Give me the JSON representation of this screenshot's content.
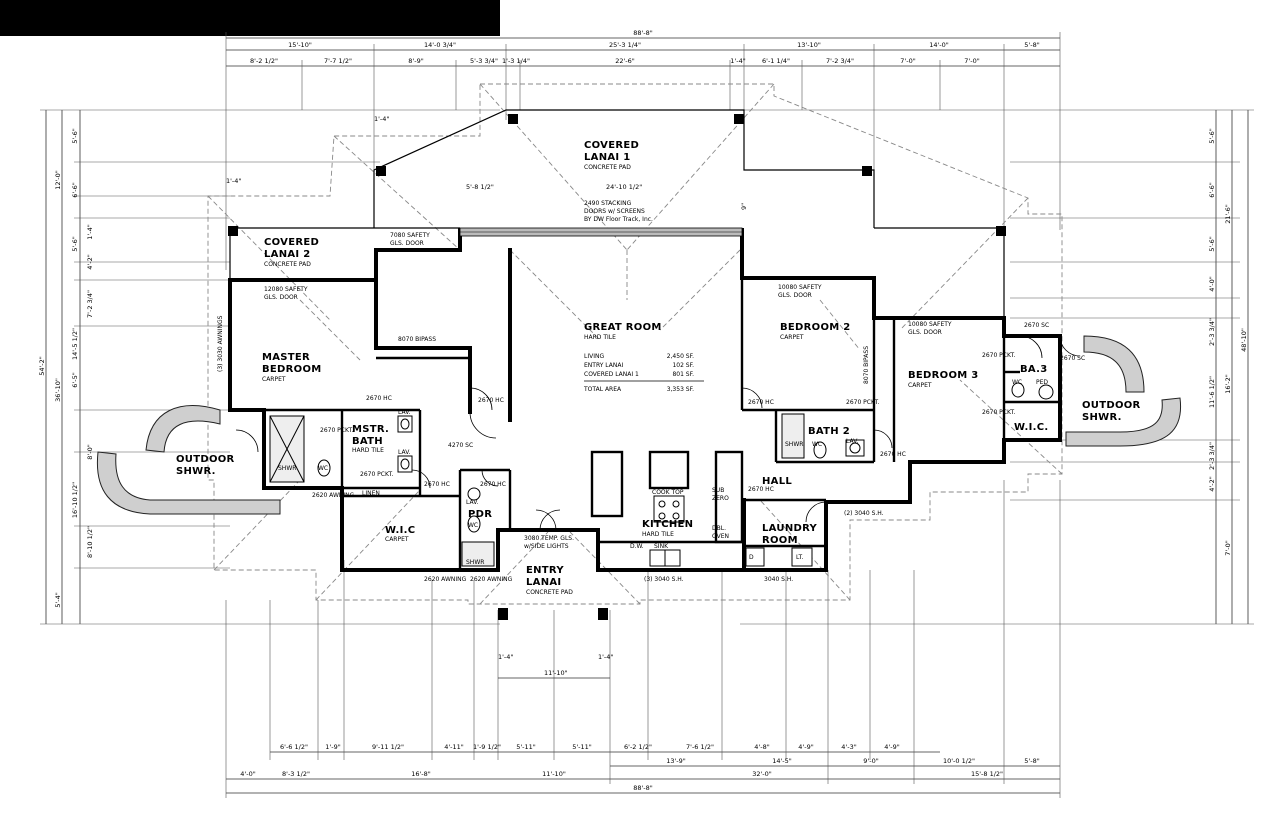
{
  "dims": {
    "overall": "88'-8\"",
    "top_row1": [
      "15'-10\"",
      "14'-0 3/4\"",
      "25'-3 1/4\"",
      "13'-10\"",
      "14'-0\"",
      "5'-8\""
    ],
    "top_row2": [
      "8'-2 1/2\"",
      "7'-7 1/2\"",
      "8'-9\"",
      "5'-3 3/4\"",
      "1'-3 1/4\"",
      "22'-6\"",
      "1'-4\"",
      "6'-1 1/4\"",
      "7'-2 3/4\"",
      "7'-0\"",
      "7'-0\""
    ],
    "bottom_row1": [
      "6'-6 1/2\"",
      "1'-9\"",
      "9'-11 1/2\"",
      "4'-11\"",
      "1'-9 1/2\"",
      "5'-11\"",
      "5'-11\"",
      "6'-2 1/2\"",
      "7'-6 1/2\"",
      "4'-8\"",
      "4'-9\"",
      "4'-3\"",
      "4'-9\""
    ],
    "bottom_row2": [
      "13'-9\"",
      "14'-5\"",
      "9'-0\"",
      "10'-0 1/2\"",
      "5'-8\""
    ],
    "bottom_row3": [
      "4'-0\"",
      "8'-3 1/2\"",
      "16'-8\"",
      "11'-10\"",
      "32'-0\"",
      "15'-8 1/2\""
    ],
    "left_outer": "54'-2\"",
    "left_mid": "36'-10\"",
    "left_inner": [
      "5'-6\"",
      "12'-0\"",
      "6'-6\"",
      "1'-4\"",
      "5'-6\"",
      "4'-2\"",
      "7'-2 3/4\"",
      "14'-5 1/2\"",
      "6'-5\"",
      "8'-0\"",
      "16'-10 1/2\"",
      "8'-10 1/2\"",
      "5'-4\""
    ],
    "right_outer": "48'-10\"",
    "right_mid": [
      "21'-6\"",
      "16'-2\"",
      "7'-0\""
    ],
    "right_inner": [
      "5'-6\"",
      "6'-6\"",
      "5'-6\"",
      "4'-0\"",
      "2'-3 3/4\"",
      "11'-6 1/2\"",
      "2'-3 3/4\"",
      "4'-2\""
    ],
    "misc": [
      "1'-4\"",
      "1'-4\"",
      "1'-4\"",
      "1'-4\"",
      "1'-4\"",
      "1'-4\"",
      "24'-10 1/2\"",
      "5'-8 1/2\"",
      "9\"",
      "11'-10\""
    ]
  },
  "rooms": {
    "covered_lanai_1": {
      "name": "COVERED\nLANAI 1",
      "l1": "COVERED",
      "l2": "LANAI 1",
      "floor": "CONCRETE PAD"
    },
    "covered_lanai_2": {
      "l1": "COVERED",
      "l2": "LANAI 2",
      "floor": "CONCRETE PAD"
    },
    "great_room": {
      "name": "GREAT ROOM",
      "floor": "HARD TILE"
    },
    "master_bedroom": {
      "l1": "MASTER",
      "l2": "BEDROOM",
      "floor": "CARPET"
    },
    "mstr_bath": {
      "l1": "MSTR.",
      "l2": "BATH",
      "floor": "HARD TILE"
    },
    "wic_master": {
      "name": "W.I.C",
      "floor": "CARPET"
    },
    "pdr": {
      "name": "PDR"
    },
    "entry_lanai": {
      "l1": "ENTRY",
      "l2": "LANAI",
      "floor": "CONCRETE PAD"
    },
    "kitchen": {
      "name": "KITCHEN",
      "floor": "HARD TILE"
    },
    "hall": {
      "name": "HALL"
    },
    "laundry": {
      "l1": "LAUNDRY",
      "l2": "ROOM"
    },
    "bedroom_2": {
      "name": "BEDROOM 2",
      "floor": "CARPET"
    },
    "bath_2": {
      "name": "BATH 2"
    },
    "bedroom_3": {
      "name": "BEDROOM 3",
      "floor": "CARPET"
    },
    "ba3": {
      "name": "BA.3"
    },
    "wic_3": {
      "name": "W.I.C."
    },
    "outdoor_shwr_left": {
      "l1": "OUTDOOR",
      "l2": "SHWR."
    },
    "outdoor_shwr_right": {
      "l1": "OUTDOOR",
      "l2": "SHWR."
    }
  },
  "area_table": {
    "rows": [
      {
        "label": "LIVING",
        "value": "2,450 SF."
      },
      {
        "label": "ENTRY LANAI",
        "value": "102 SF."
      },
      {
        "label": "COVERED LANAI 1",
        "value": "801 SF."
      }
    ],
    "total_label": "TOTAL AREA",
    "total_value": "3,353 SF."
  },
  "notes": {
    "stacking1": "2490 STACKING",
    "stacking2": "DOORS w/ SCREENS",
    "stacking3": "BY DW Floor Track, Inc.",
    "safety_7080_a": "7080 SAFETY",
    "safety_7080_b": "GLS. DOOR",
    "safety_12080_a": "12080 SAFETY",
    "safety_12080_b": "GLS. DOOR",
    "safety_10080_a": "10080 SAFETY",
    "safety_10080_b": "GLS. DOOR",
    "safety_10080c_a": "10080 SAFETY",
    "safety_10080c_b": "GLS. DOOR",
    "bipass_8070": "8070 BIPASS",
    "bipass_8070_v": "8070 BIPASS",
    "awnings": "(3) 3030 AWNINGS",
    "d2670_pckt": "2670 PCKT.",
    "d2670_hc": "2670 HC",
    "d4270_sc": "4270 SC",
    "d2670_sc": "2670 SC",
    "awning_2620": "2620 AWNING",
    "entry_door1": "3080 TEMP. GLS.",
    "entry_door2": "w/SIDE LIGHTS",
    "sh_3040_3": "(3) 3040 S.H.",
    "sh_3040": "3040 S.H.",
    "sh_3040_2": "(2) 3040 S.H.",
    "cook_top": "COOK TOP",
    "sub_zero1": "SUB",
    "sub_zero2": "ZERO",
    "dbl_oven1": "DBL.",
    "dbl_oven2": "OVEN",
    "dw": "D.W.",
    "sink": "SINK",
    "lav": "LAV.",
    "wc": "WC",
    "shwr": "SHWR",
    "linen": "LINEN",
    "ped": "PED",
    "d": "D",
    "lt": "LT."
  }
}
